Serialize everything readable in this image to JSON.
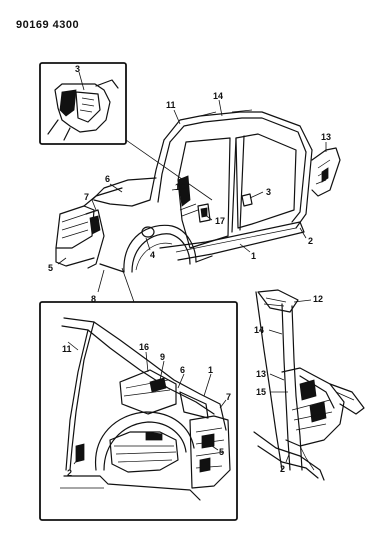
{
  "doc_number": "90169 4300",
  "callouts": {
    "main": [
      "11",
      "14",
      "13",
      "3",
      "10",
      "6",
      "7",
      "17",
      "2",
      "5",
      "4",
      "1",
      "8"
    ],
    "inset_top": [
      "3"
    ],
    "inset_bottom": [
      "11",
      "16",
      "9",
      "6",
      "1",
      "7",
      "2",
      "5"
    ],
    "inset_right": [
      "12",
      "14",
      "13",
      "15",
      "2"
    ]
  }
}
